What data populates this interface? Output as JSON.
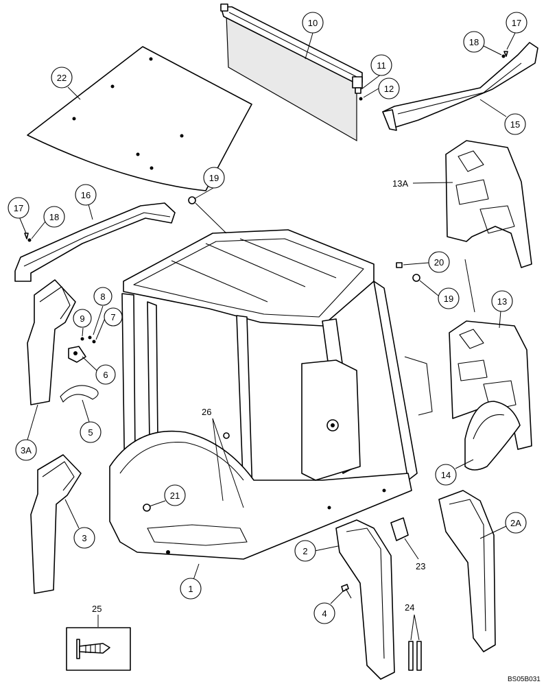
{
  "drawing_code": "BS05B031",
  "callouts": [
    {
      "id": "c1",
      "label": "1"
    },
    {
      "id": "c2",
      "label": "2"
    },
    {
      "id": "c2a",
      "label": "2A"
    },
    {
      "id": "c3",
      "label": "3"
    },
    {
      "id": "c3a",
      "label": "3A"
    },
    {
      "id": "c4",
      "label": "4"
    },
    {
      "id": "c5",
      "label": "5"
    },
    {
      "id": "c6",
      "label": "6"
    },
    {
      "id": "c7",
      "label": "7"
    },
    {
      "id": "c8",
      "label": "8"
    },
    {
      "id": "c9",
      "label": "9"
    },
    {
      "id": "c10",
      "label": "10"
    },
    {
      "id": "c11",
      "label": "11"
    },
    {
      "id": "c12",
      "label": "12"
    },
    {
      "id": "c13",
      "label": "13"
    },
    {
      "id": "c13a",
      "label": "13A"
    },
    {
      "id": "c14",
      "label": "14"
    },
    {
      "id": "c15",
      "label": "15"
    },
    {
      "id": "c16",
      "label": "16"
    },
    {
      "id": "c17a",
      "label": "17"
    },
    {
      "id": "c17b",
      "label": "17"
    },
    {
      "id": "c18a",
      "label": "18"
    },
    {
      "id": "c18b",
      "label": "18"
    },
    {
      "id": "c19a",
      "label": "19"
    },
    {
      "id": "c19b",
      "label": "19"
    },
    {
      "id": "c20",
      "label": "20"
    },
    {
      "id": "c21",
      "label": "21"
    },
    {
      "id": "c22",
      "label": "22"
    },
    {
      "id": "c23",
      "label": "23"
    },
    {
      "id": "c24",
      "label": "24"
    },
    {
      "id": "c25",
      "label": "25"
    },
    {
      "id": "c26",
      "label": "26"
    }
  ]
}
